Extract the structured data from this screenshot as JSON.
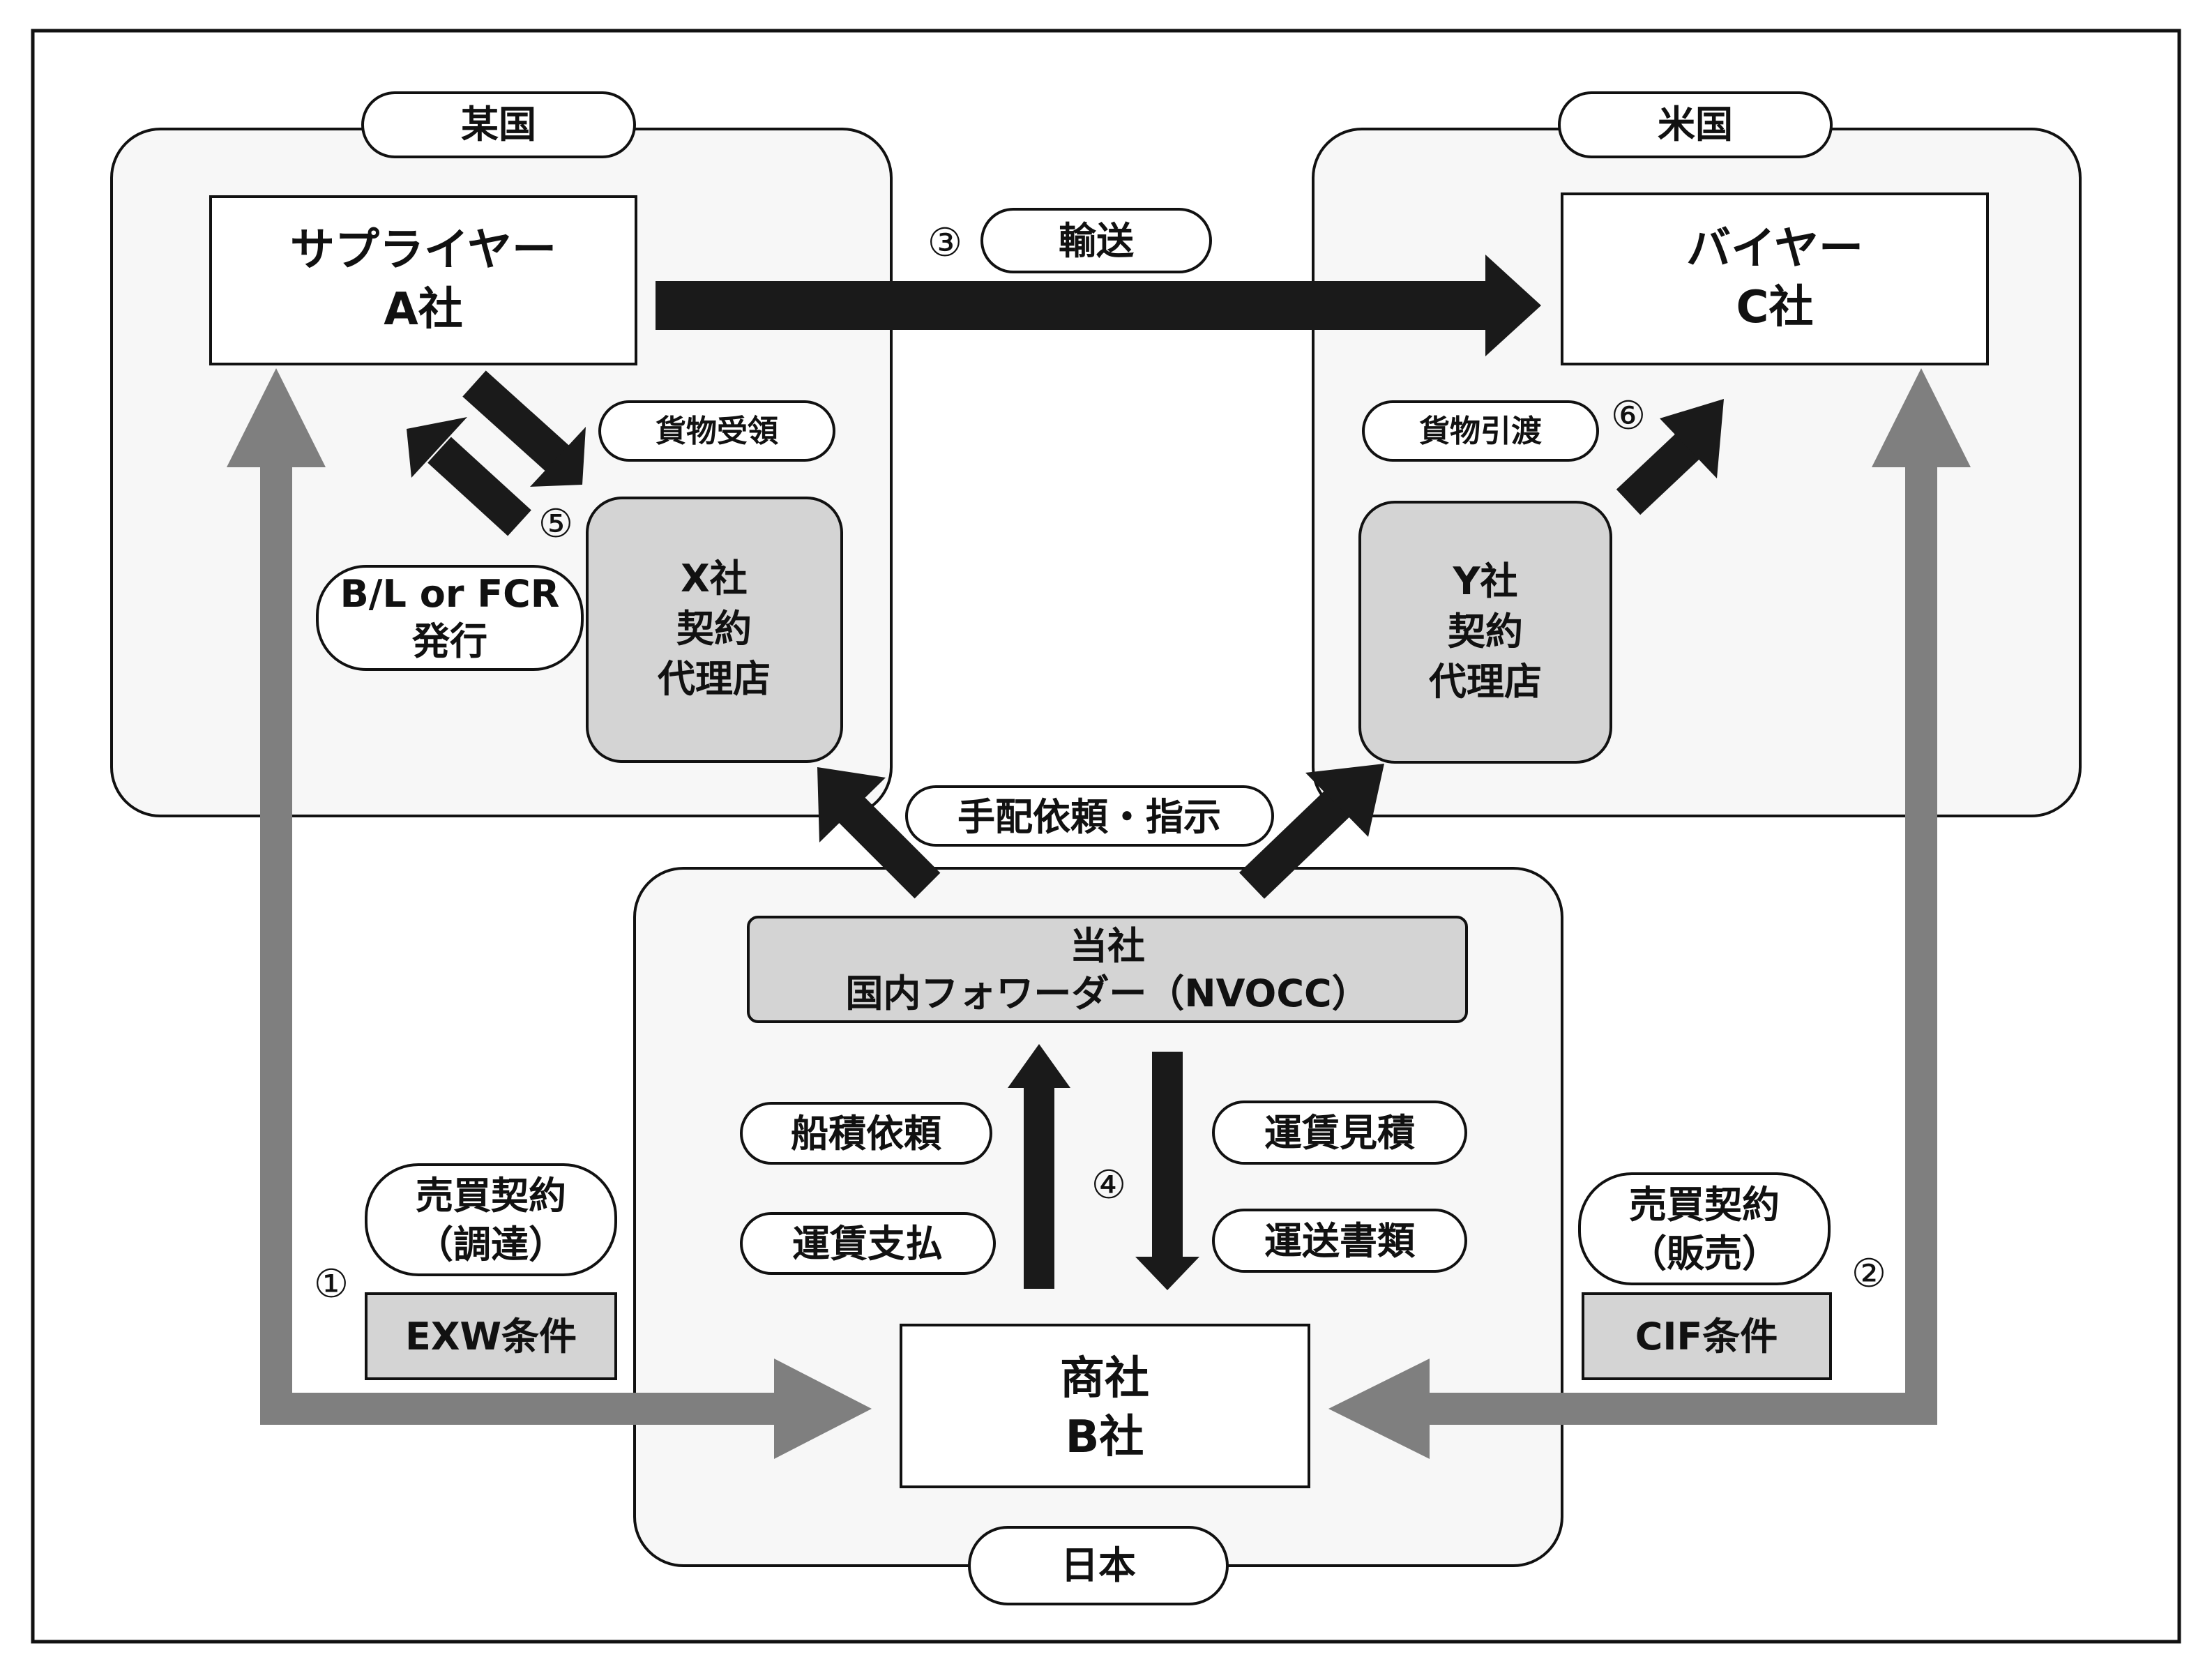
{
  "regions": {
    "some_country": "某国",
    "usa": "米国",
    "japan": "日本"
  },
  "nodes": {
    "supplier": {
      "line1": "サプライヤー",
      "line2": "A社"
    },
    "buyer": {
      "line1": "バイヤー",
      "line2": "C社"
    },
    "agent_x": {
      "line1": "X社",
      "line2": "契約",
      "line3": "代理店"
    },
    "agent_y": {
      "line1": "Y社",
      "line2": "契約",
      "line3": "代理店"
    },
    "our_company": {
      "line1": "当社",
      "line2": "国内フォワーダー（NVOCC）"
    },
    "trading_company": {
      "line1": "商社",
      "line2": "B社"
    }
  },
  "labels": {
    "transport": "輸送",
    "cargo_receipt": "貨物受領",
    "cargo_delivery": "貨物引渡",
    "bl_issue_line1": "B/L or FCR",
    "bl_issue_line2": "発行",
    "arrangement": "手配依頼・指示",
    "loading_request": "船積依頼",
    "freight_payment": "運賃支払",
    "freight_quote": "運賃見積",
    "shipping_docs": "運送書類",
    "contract_procure_line1": "売買契約",
    "contract_procure_line2": "（調達）",
    "contract_sale_line1": "売買契約",
    "contract_sale_line2": "（販売）",
    "exw": "EXW条件",
    "cif": "CIF条件"
  },
  "steps": {
    "s1": "①",
    "s2": "②",
    "s3": "③",
    "s4": "④",
    "s5": "⑤",
    "s6": "⑥"
  },
  "colors": {
    "region_fill": "#f7f7f7",
    "gray_box": "#d4d4d4",
    "dark_arrow": "#1a1a1a",
    "gray_arrow": "#7f7f7f"
  }
}
